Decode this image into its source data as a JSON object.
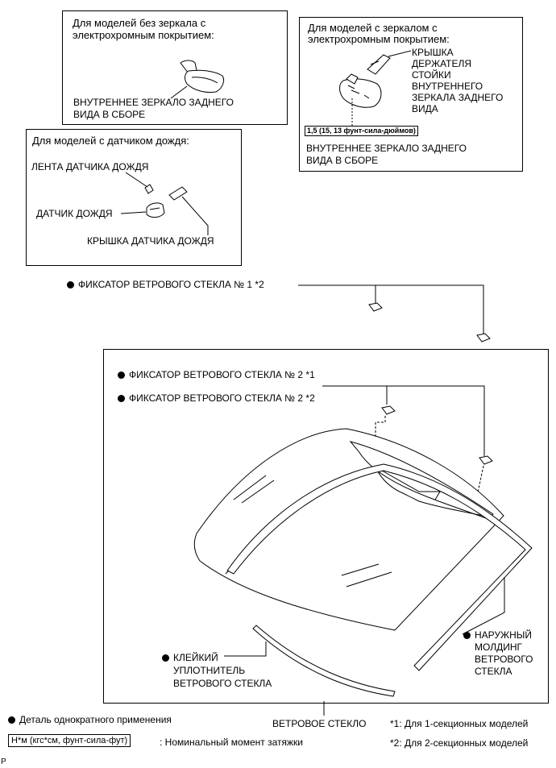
{
  "box_no_ec_mirror": {
    "title_line1": "Для моделей  без зеркала с",
    "title_line2": "электрохромным покрытием:",
    "mirror_label_line1": "ВНУТРЕННЕЕ ЗЕРКАЛО ЗАДНЕГО",
    "mirror_label_line2": "ВИДА В СБОРЕ"
  },
  "box_ec_mirror": {
    "title_line1": "Для моделей с зеркалом с",
    "title_line2": "электрохромным покрытием:",
    "cover_label_lines": [
      "КРЫШКА",
      "ДЕРЖАТЕЛЯ",
      "СТОЙКИ",
      "ВНУТРЕННЕГО",
      "ЗЕРКАЛА ЗАДНЕГО",
      "ВИДА"
    ],
    "torque_value": "1,5 (15, 13 фунт-сила-дюймов)",
    "mirror_label_line1": "ВНУТРЕННЕЕ ЗЕРКАЛО ЗАДНЕГО",
    "mirror_label_line2": "ВИДА В СБОРЕ"
  },
  "box_rain_sensor": {
    "title": "Для моделей с датчиком дождя:",
    "tape_label": "ЛЕНТА ДАТЧИКА ДОЖДЯ",
    "sensor_label": "ДАТЧИК ДОЖДЯ",
    "cover_label": "КРЫШКА ДАТЧИКА ДОЖДЯ"
  },
  "retainer_1": "ФИКСАТОР ВЕТРОВОГО СТЕКЛА № 1 *2",
  "main_box": {
    "retainer_2a": "ФИКСАТОР ВЕТРОВОГО СТЕКЛА № 2 *1",
    "retainer_2b": "ФИКСАТОР ВЕТРОВОГО СТЕКЛА № 2 *2",
    "adhesive_lines": [
      "КЛЕЙКИЙ",
      "УПЛОТНИТЕЛЬ",
      "ВЕТРОВОГО СТЕКЛА"
    ],
    "molding_lines": [
      "НАРУЖНЫЙ",
      "МОЛДИНГ",
      "ВЕТРОВОГО",
      "СТЕКЛА"
    ]
  },
  "windshield_label": "ВЕТРОВОЕ СТЕКЛО",
  "legend": {
    "single_use": "Деталь однократного применения",
    "torque_unit": "Н*м (кгс*см, фунт-сила-фут)",
    "torque_desc": ": Номинальный момент затяжки",
    "note_1": "*1: Для 1-секционных моделей",
    "note_2": "*2: Для 2-секционных моделей"
  },
  "corner_mark": "P"
}
